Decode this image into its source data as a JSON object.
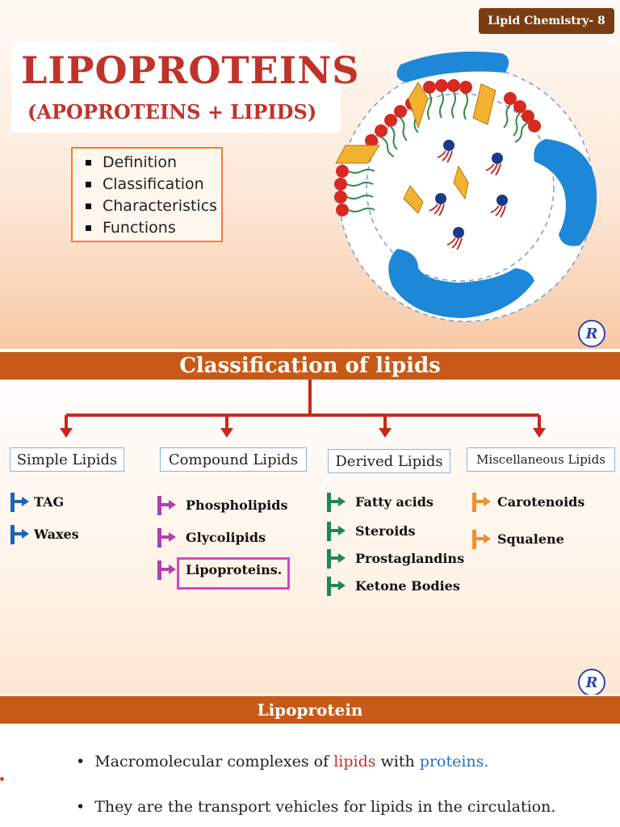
{
  "slide1": {
    "badge": "Lipid Chemistry- 8",
    "title": "LIPOPROTEINS",
    "subtitle": "(APOPROTEINS + LIPIDS)",
    "topics": [
      "Definition",
      "Classification",
      "Characteristics",
      "Functions"
    ],
    "logo": "R"
  },
  "slide2": {
    "header": "Classification of lipids",
    "logo": "R",
    "categories": [
      {
        "label": "Simple Lipids",
        "color": "#1f63b8",
        "items": [
          "TAG",
          "Waxes"
        ]
      },
      {
        "label": "Compound Lipids",
        "color": "#b23fae",
        "items": [
          "Phospholipids",
          "Glycolipids",
          "Lipoproteins."
        ]
      },
      {
        "label": "Derived Lipids",
        "color": "#1a8a52",
        "items": [
          "Fatty acids",
          "Steroids",
          "Prostaglandins",
          "Ketone Bodies"
        ]
      },
      {
        "label": "Miscellaneous Lipids",
        "color": "#f0902c",
        "items": [
          "Carotenoids",
          "Squalene"
        ]
      }
    ],
    "highlighted_item": "Lipoproteins."
  },
  "slide3": {
    "header": "Lipoprotein",
    "bullet1": {
      "prefix": "Macromolecular complexes of ",
      "lipids": "lipids",
      "mid": " with ",
      "proteins": "proteins."
    },
    "bullet2": "They are the transport vehicles for lipids in the circulation."
  },
  "colors": {
    "accent_bar": "#c75a16",
    "badge": "#7a3c12",
    "title_red": "#c0332b",
    "apoprotein_blue": "#1e88d8",
    "connector_red": "#c8281c"
  }
}
